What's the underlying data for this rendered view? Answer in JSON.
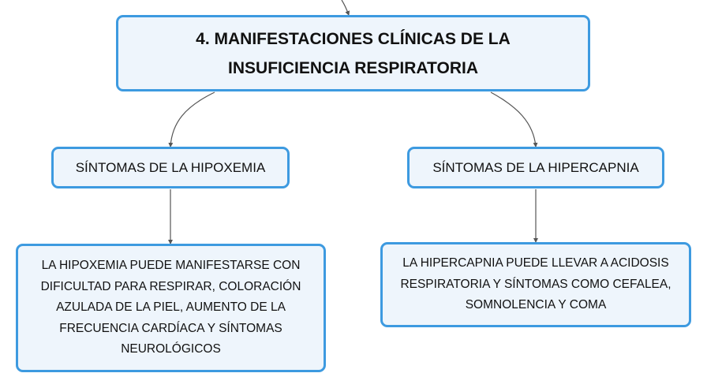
{
  "colors": {
    "node_border": "#3d9ae0",
    "node_fill": "#eef5fc",
    "connector": "#555555",
    "text": "#111111"
  },
  "main_topic": {
    "text": "4. MANIFESTACIONES CLÍNICAS DE LA INSUFICIENCIA RESPIRATORIA"
  },
  "branches": [
    {
      "title": "SÍNTOMAS DE LA HIPOXEMIA",
      "detail": "LA HIPOXEMIA PUEDE MANIFESTARSE CON DIFICULTAD PARA RESPIRAR, COLORACIÓN AZULADA DE LA PIEL, AUMENTO DE LA FRECUENCIA CARDÍACA Y SÍNTOMAS NEUROLÓGICOS"
    },
    {
      "title": "SÍNTOMAS DE LA HIPERCAPNIA",
      "detail": "LA HIPERCAPNIA PUEDE LLEVAR A ACIDOSIS RESPIRATORIA Y SÍNTOMAS COMO CEFALEA, SOMNOLENCIA Y COMA"
    }
  ]
}
